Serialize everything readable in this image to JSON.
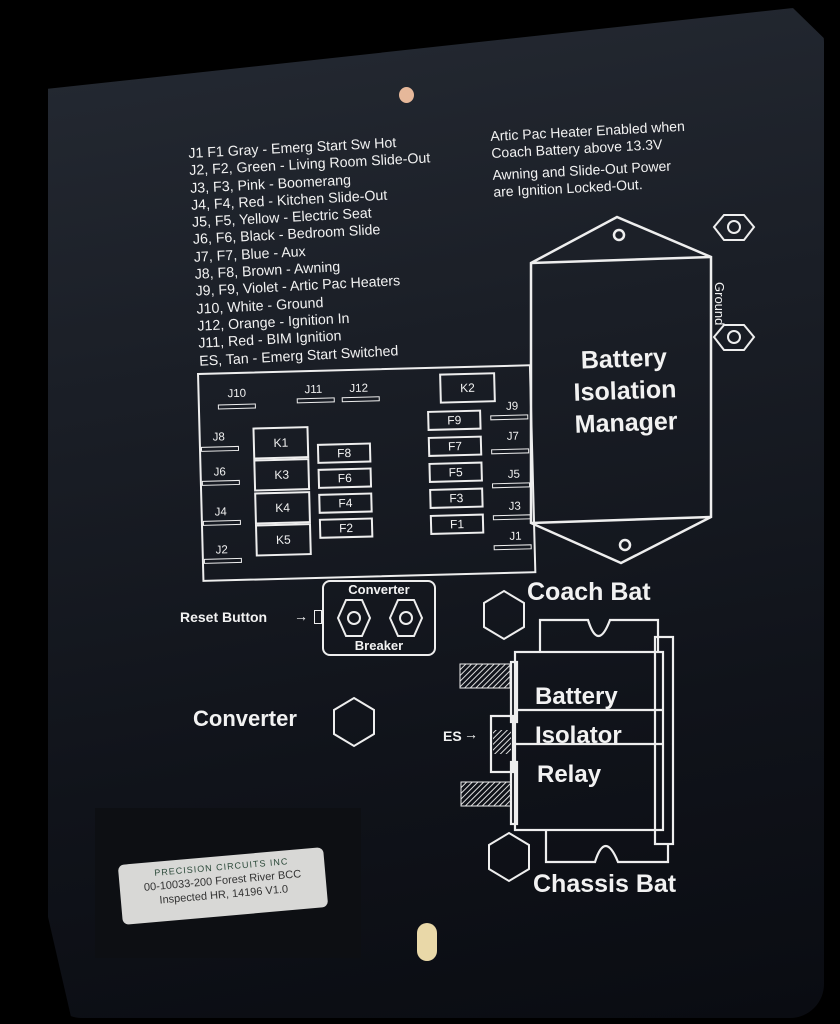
{
  "legend": {
    "lines": [
      "J1  F1  Gray - Emerg Start Sw Hot",
      "J2, F2, Green - Living Room Slide-Out",
      "J3, F3, Pink - Boomerang",
      "J4, F4, Red - Kitchen Slide-Out",
      "J5, F5, Yellow - Electric Seat",
      "J6, F6, Black - Bedroom Slide",
      "J7, F7, Blue - Aux",
      "J8, F8, Brown - Awning",
      "J9, F9, Violet - Artic Pac Heaters",
      "J10, White - Ground",
      "J12, Orange - Ignition In",
      "J11, Red - BIM Ignition",
      "ES, Tan - Emerg Start Switched"
    ]
  },
  "notes": {
    "line1": "Artic Pac Heater Enabled when",
    "line2": "Coach Battery above 13.3V",
    "line3": "Awning and Slide-Out Power",
    "line4": "are Ignition Locked-Out."
  },
  "fuse_panel": {
    "connectors_top": [
      "J10",
      "J11",
      "J12"
    ],
    "connectors_left": [
      "J8",
      "J6",
      "J4",
      "J2"
    ],
    "connectors_right": [
      "J9",
      "J7",
      "J5",
      "J3",
      "J1"
    ],
    "relays_left": [
      "K1",
      "K3",
      "K4",
      "K5"
    ],
    "relay_top_right": "K2",
    "fuses_center": [
      "F8",
      "F6",
      "F4",
      "F2"
    ],
    "fuses_right": [
      "F9",
      "F7",
      "F5",
      "F3",
      "F1"
    ]
  },
  "bim": {
    "line1": "Battery",
    "line2": "Isolation",
    "line3": "Manager",
    "ground_label": "Ground"
  },
  "breaker": {
    "reset_label": "Reset Button",
    "top_label": "Converter",
    "bottom_label": "Breaker"
  },
  "terminals": {
    "coach_bat": "Coach Bat",
    "chassis_bat": "Chassis Bat",
    "converter": "Converter",
    "es_label": "ES"
  },
  "relay": {
    "line1": "Battery",
    "line2": "Isolator",
    "line3": "Relay"
  },
  "sticker": {
    "brand": "PRECISION CIRCUITS INC",
    "line1": "00-10033-200 Forest River BCC",
    "line2": "Inspected HR, 14196 V1.0"
  },
  "colors": {
    "plate": "#1a1e26",
    "print": "#f2f2f2",
    "sticker": "#d8d8d6",
    "rivet": "#e6b89a"
  }
}
